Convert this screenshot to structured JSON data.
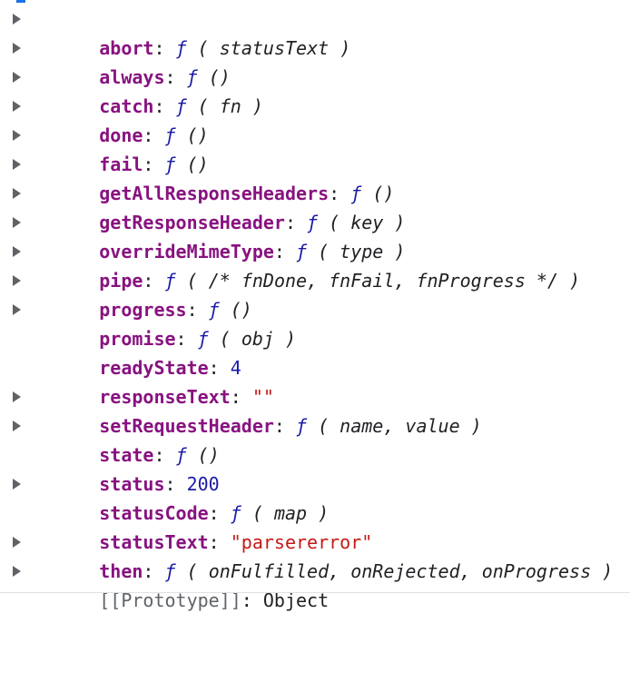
{
  "toggle_icon": "triangle-right-icon",
  "colors": {
    "key": "#881280",
    "number": "#1a1aa6",
    "string": "#c41a16",
    "function_marker": "#1a1aa6",
    "toggle": "#5f6368"
  },
  "fn_marker": "ƒ",
  "colon": ":",
  "properties": [
    {
      "key": "abort",
      "expandable": true,
      "signature": "( statusText )"
    },
    {
      "key": "always",
      "expandable": true,
      "signature": "()"
    },
    {
      "key": "catch",
      "expandable": true,
      "signature": "( fn )"
    },
    {
      "key": "done",
      "expandable": true,
      "signature": "()"
    },
    {
      "key": "fail",
      "expandable": true,
      "signature": "()"
    },
    {
      "key": "getAllResponseHeaders",
      "expandable": true,
      "signature": "()"
    },
    {
      "key": "getResponseHeader",
      "expandable": true,
      "signature": "( key )"
    },
    {
      "key": "overrideMimeType",
      "expandable": true,
      "signature": "( type )"
    },
    {
      "key": "pipe",
      "expandable": true,
      "signature": "( /* fnDone, fnFail, fnProgress */ )"
    },
    {
      "key": "progress",
      "expandable": true,
      "signature": "()"
    },
    {
      "key": "promise",
      "expandable": true,
      "signature": "( obj )"
    },
    {
      "key": "readyState",
      "expandable": false,
      "value": "4"
    },
    {
      "key": "responseText",
      "expandable": false,
      "value": "\"\""
    },
    {
      "key": "setRequestHeader",
      "expandable": true,
      "signature": "( name, value )"
    },
    {
      "key": "state",
      "expandable": true,
      "signature": "()"
    },
    {
      "key": "status",
      "expandable": false,
      "value": "200"
    },
    {
      "key": "statusCode",
      "expandable": true,
      "signature": "( map )"
    },
    {
      "key": "statusText",
      "expandable": false,
      "value": "\"parsererror\""
    },
    {
      "key": "then",
      "expandable": true,
      "signature": "( onFulfilled, onRejected, onProgress )"
    },
    {
      "key": "[[Prototype]]",
      "expandable": true,
      "value": "Object"
    }
  ]
}
